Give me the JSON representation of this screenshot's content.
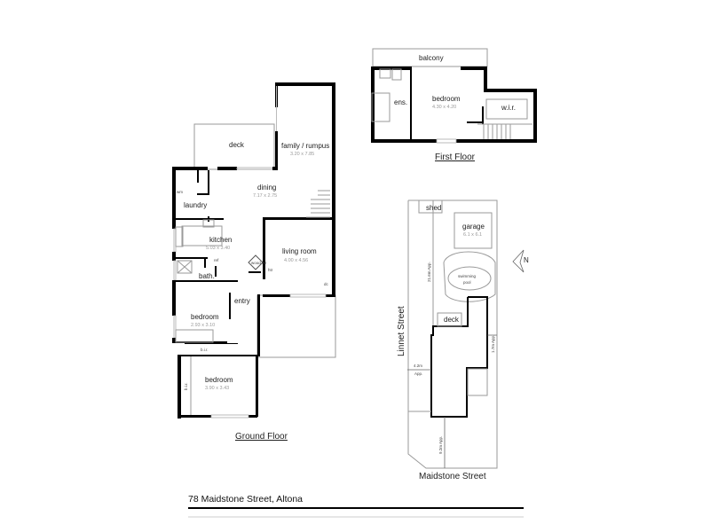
{
  "ground_floor": {
    "title": "Ground Floor",
    "rooms": {
      "deck": {
        "label": "deck"
      },
      "family": {
        "label": "family / rumpus",
        "dims": "3.20 x 7.85"
      },
      "dining": {
        "label": "dining",
        "dims": "7.17 x 2.75"
      },
      "laundry": {
        "label": "laundry",
        "wm": "wm"
      },
      "kitchen": {
        "label": "kitchen",
        "dims": "5.03 x 3.40"
      },
      "living": {
        "label": "living room",
        "dims": "4.00 x 4.56"
      },
      "bath": {
        "label": "bath."
      },
      "entry": {
        "label": "entry"
      },
      "bedroom2": {
        "label": "bedroom",
        "dims": "2.93 x 3.10",
        "bir": "b.i.r."
      },
      "bedroom3": {
        "label": "bedroom",
        "dims": "3.90 x 3.43",
        "bir": "b.i.r."
      }
    },
    "fixtures": {
      "ref": "ref",
      "wood_htr": "wood htr",
      "htr": "htr",
      "cupboard": "c",
      "dc": "dc"
    }
  },
  "first_floor": {
    "title": "First Floor",
    "rooms": {
      "balcony": {
        "label": "balcony"
      },
      "bedroom": {
        "label": "bedroom",
        "dims": "4.30 x 4.20"
      },
      "ens": {
        "label": "ens."
      },
      "wir": {
        "label": "w.i.r."
      }
    }
  },
  "site_plan": {
    "street_west": "Linnet Street",
    "street_south": "Maidstone Street",
    "shed": "shed",
    "garage": {
      "label": "garage",
      "dims": "6.1 x 6.1"
    },
    "pool": {
      "line1": "swimming",
      "line2": "pool"
    },
    "deck": "deck",
    "measurements": {
      "north_depth": "21.6m App.",
      "side_setback": "1.7m App.",
      "west_setback_1": "4.2m",
      "west_setback_2": "App.",
      "front_setback": "9.2m App."
    },
    "north_label": "N"
  },
  "footer": {
    "address": "78 Maidstone Street, Altona"
  }
}
